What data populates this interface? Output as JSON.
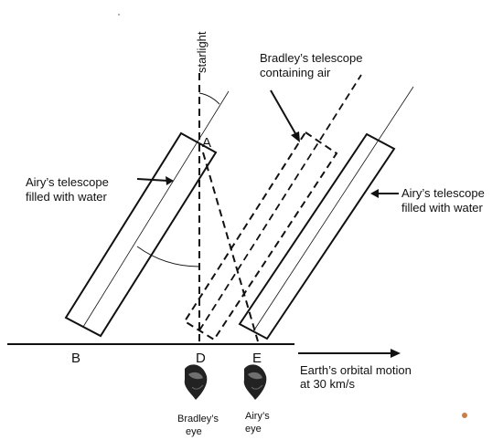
{
  "labels": {
    "starlight": "starlight",
    "point_a": "A",
    "point_b": "B",
    "point_d": "D",
    "point_e": "E",
    "airy_left_line1": "Airy’s telescope",
    "airy_left_line2": "filled with water",
    "airy_right_line1": "Airy’s telescope",
    "airy_right_line2": "filled with water",
    "bradley_line1": "Bradley’s telescope",
    "bradley_line2": "containing air",
    "motion_line1": "Earth’s orbital motion",
    "motion_line2": "at 30 km/s",
    "bradley_eye_line1": "Bradley’s",
    "bradley_eye_line2": "eye",
    "airy_eye_line1": "Airy’s",
    "airy_eye_line2": "eye"
  },
  "icons": {
    "bradley_eye": "eye-icon",
    "airy_eye": "eye-icon"
  },
  "colors": {
    "ink": "#111111",
    "background": "#ffffff",
    "stray_mark": "#c8804a"
  }
}
